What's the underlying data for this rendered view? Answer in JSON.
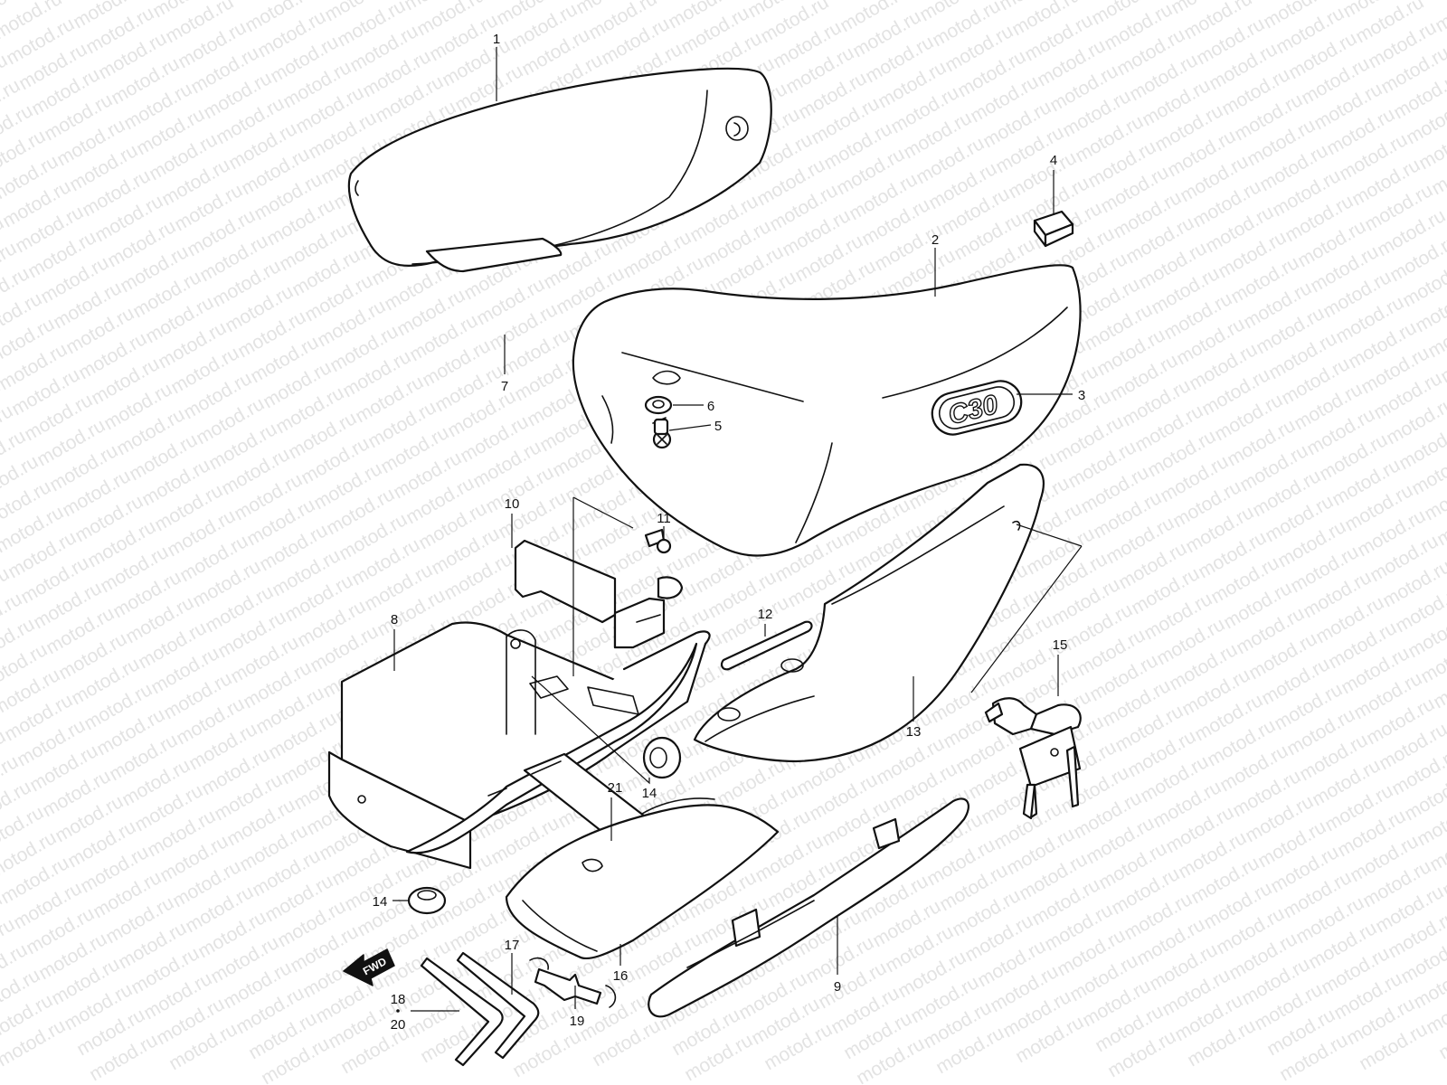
{
  "watermark": {
    "text": "motod.ru"
  },
  "callouts": [
    {
      "id": "1",
      "text": "1"
    },
    {
      "id": "2",
      "text": "2"
    },
    {
      "id": "3",
      "text": "3"
    },
    {
      "id": "4",
      "text": "4"
    },
    {
      "id": "5",
      "text": "5"
    },
    {
      "id": "6",
      "text": "6"
    },
    {
      "id": "7",
      "text": "7"
    },
    {
      "id": "8",
      "text": "8"
    },
    {
      "id": "9",
      "text": "9"
    },
    {
      "id": "10",
      "text": "10"
    },
    {
      "id": "11",
      "text": "11"
    },
    {
      "id": "12",
      "text": "12"
    },
    {
      "id": "13",
      "text": "13"
    },
    {
      "id": "14a",
      "text": "14"
    },
    {
      "id": "14b",
      "text": "14"
    },
    {
      "id": "15",
      "text": "15"
    },
    {
      "id": "16",
      "text": "16"
    },
    {
      "id": "17",
      "text": "17"
    },
    {
      "id": "18",
      "text": "18"
    },
    {
      "id": "20",
      "text": "20"
    },
    {
      "id": "19",
      "text": "19"
    },
    {
      "id": "21",
      "text": "21"
    }
  ],
  "emblem": {
    "text": "C30"
  },
  "direction": {
    "text": "FWD"
  }
}
